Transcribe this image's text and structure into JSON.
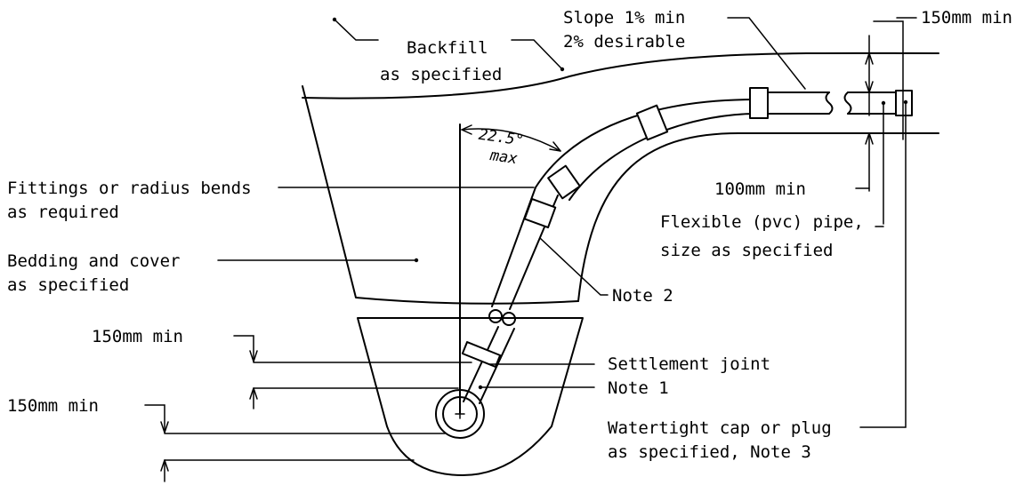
{
  "labels": {
    "backfill": [
      "Backfill",
      "as specified"
    ],
    "slope": [
      "Slope 1% min",
      "2% desirable"
    ],
    "cover_top": "150mm min",
    "fittings": [
      "Fittings or radius bends",
      "as required"
    ],
    "bedding": [
      "Bedding and cover",
      "as specified"
    ],
    "cover_bottom": "100mm min",
    "flexible_pipe": [
      "Flexible (pvc) pipe,",
      "size as specified"
    ],
    "note2": "Note 2",
    "depth_upper": "150mm min",
    "settlement_joint": "Settlement joint",
    "note1": "Note 1",
    "depth_lower": "150mm min",
    "cap": [
      "Watertight cap or plug",
      "as specified, Note 3"
    ]
  },
  "angle": {
    "value": "22.5°",
    "qualifier": "max"
  }
}
